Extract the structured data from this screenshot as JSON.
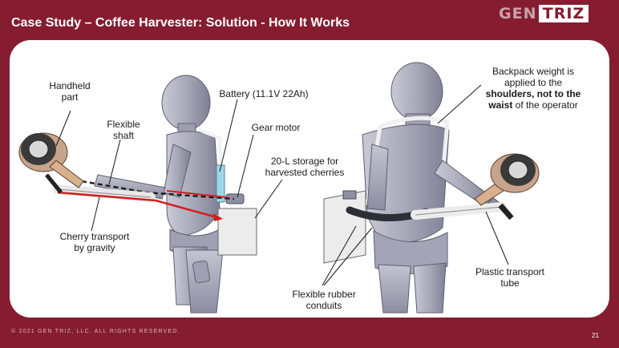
{
  "slide": {
    "title": "Case Study – Coffee Harvester: Solution - How It Works",
    "logo": {
      "part1": "GEN",
      "part2": "TRIZ"
    },
    "copyright": "© 2021 GEN TRIZ, LLC. ALL RIGHTS RESERVED.",
    "page_number": "21"
  },
  "labels": {
    "handheld": "Handheld part",
    "handheld_l1": "Handheld",
    "handheld_l2": "part",
    "flexible_shaft_l1": "Flexible",
    "flexible_shaft_l2": "shaft",
    "battery": "Battery (11.1V 22Ah)",
    "gear_motor": "Gear motor",
    "storage_l1": "20-L storage for",
    "storage_l2": "harvested cherries",
    "cherry_l1": "Cherry transport",
    "cherry_l2": "by gravity",
    "backpack_l1": "Backpack weight is",
    "backpack_l2": "applied to the",
    "backpack_l3_bold": "shoulders, not to the",
    "backpack_l4_bold": "waist",
    "backpack_l4_rest": " of the operator",
    "rubber_l1": "Flexible rubber",
    "rubber_l2": "conduits",
    "tube_l1": "Plastic transport",
    "tube_l2": "tube"
  },
  "colors": {
    "brand": "#861c30",
    "figure": "#a9aab9",
    "figure_dark": "#6c6d80",
    "storage_box": "#ececec",
    "arrow_red": "#d21e1e",
    "battery_blue": "#9fd6e6"
  }
}
